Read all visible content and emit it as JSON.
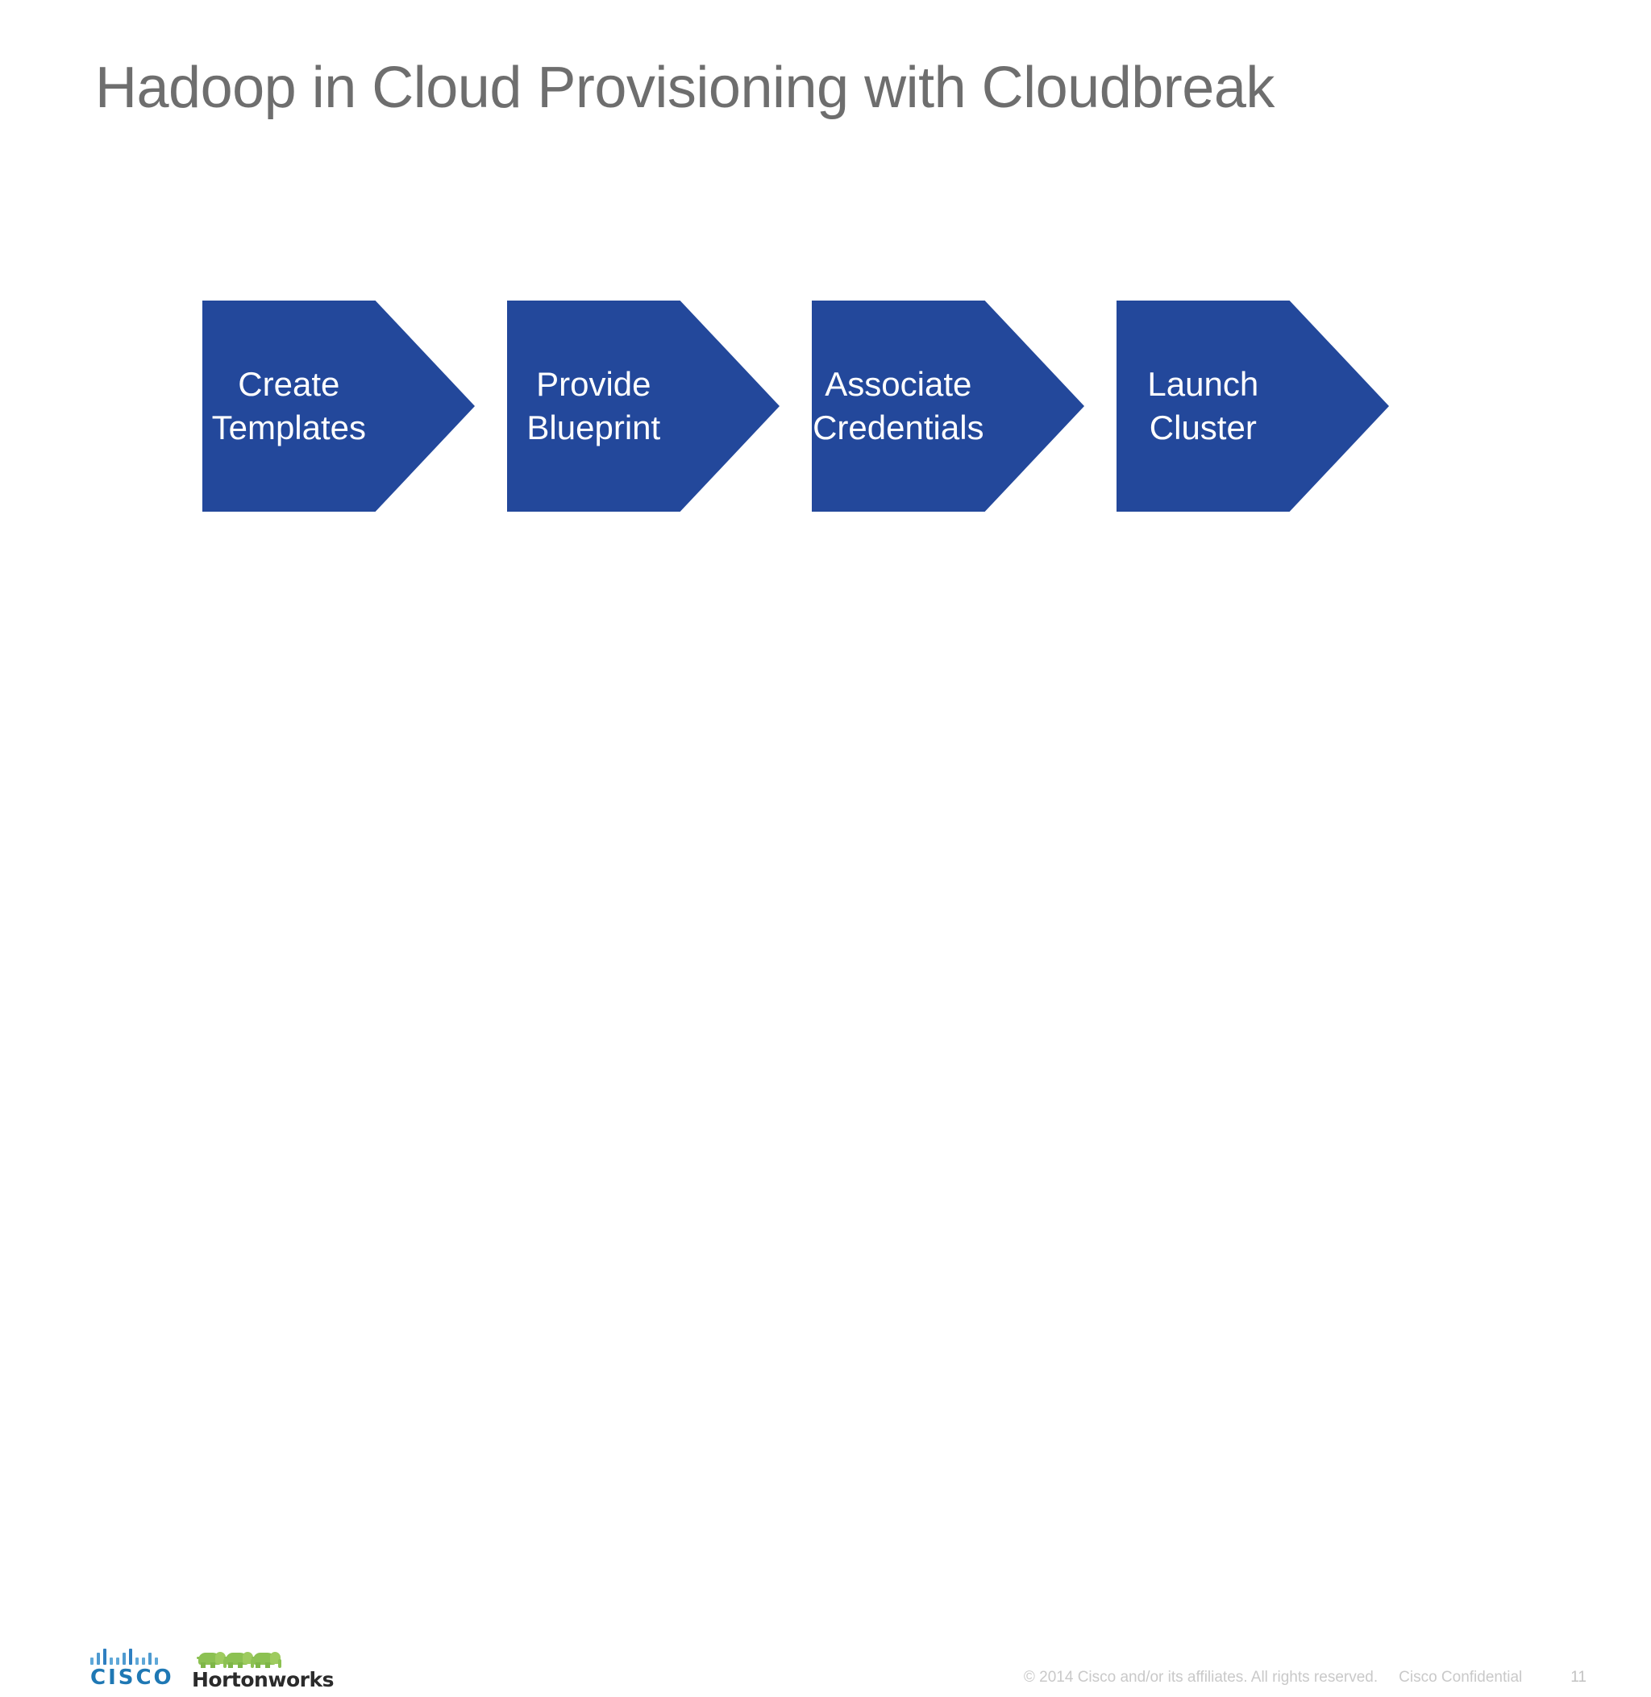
{
  "slide": {
    "title": "Hadoop in Cloud Provisioning with Cloudbreak",
    "background_color": "#FFFFFF",
    "title_color": "#6E6E6E"
  },
  "flow": {
    "accent_color": "#23489B",
    "label_color": "#FFFFFF",
    "steps": [
      {
        "line1": "Create",
        "line2": "Templates",
        "name": "create-templates"
      },
      {
        "line1": "Provide",
        "line2": "Blueprint",
        "name": "provide-blueprint"
      },
      {
        "line1": "Associate",
        "line2": "Credentials",
        "name": "associate-credentials"
      },
      {
        "line1": "Launch",
        "line2": "Cluster",
        "name": "launch-cluster"
      }
    ]
  },
  "footer": {
    "cisco_logo": {
      "icon": "cisco-bridge-icon",
      "wordmark": "CISCO",
      "color": "#1F78B4"
    },
    "hortonworks_logo": {
      "icon": "hortonworks-elephants-icon",
      "wordmark": "Hortonworks",
      "elephant_color": "#8CC152",
      "wordmark_color": "#2B2B2B"
    },
    "legal": "© 2014  Cisco and/or its affiliates. All rights reserved.",
    "confidential": "Cisco Confidential",
    "page_number": "11",
    "text_color": "#C9C9C9"
  }
}
